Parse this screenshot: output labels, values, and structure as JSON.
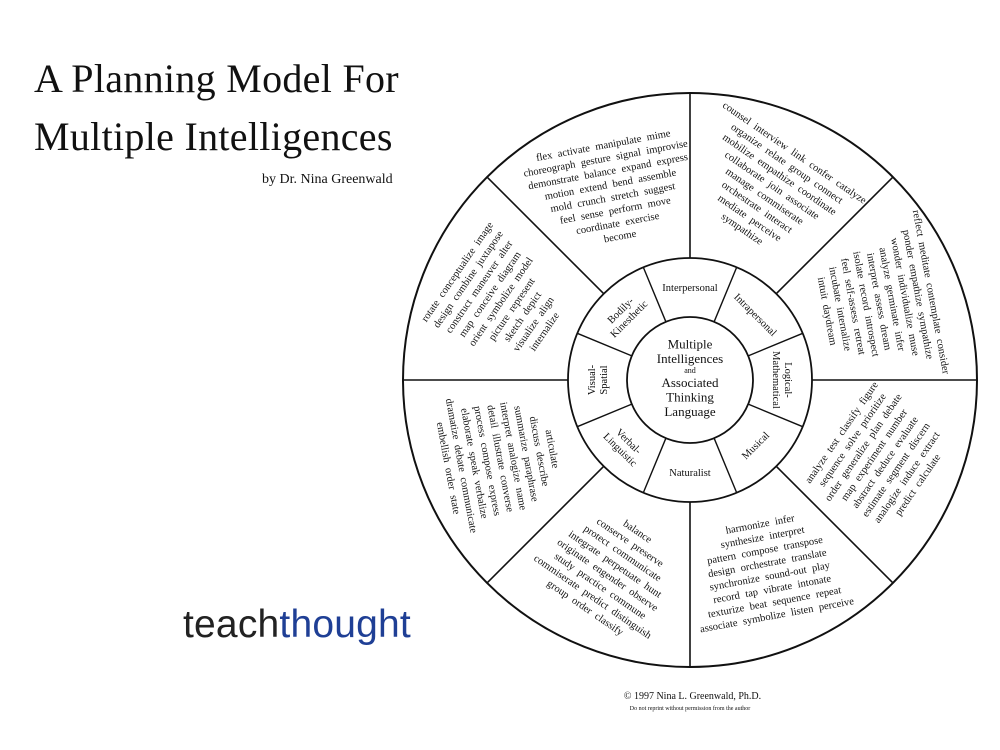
{
  "header": {
    "title_line1": "A Planning Model For",
    "title_line2": "Multiple Intelligences",
    "byline": "by Dr. Nina Greenwald"
  },
  "brand": {
    "part1": "teach",
    "part2": "thought",
    "color2": "#1f3f95"
  },
  "center": {
    "lines": [
      "Multiple",
      "Intelligences",
      "and",
      "Associated",
      "Thinking",
      "Language"
    ]
  },
  "intelligences": [
    {
      "label": [
        "Interpersonal"
      ],
      "words": [
        "counsel interview link confer catalyze",
        "organize relate group connect",
        "mobilize empathize coordinate",
        "collaborate join associate",
        "manage commiserate",
        "orchestrate interact",
        "mediate perceive",
        "sympathize"
      ]
    },
    {
      "label": [
        "Intrapersonal"
      ],
      "words": [
        "reflect meditate contemplate consider",
        "ponder empathize sympathize",
        "wonder individualize muse",
        "analyze germinate infer",
        "interpret assess dream",
        "isolate record introspect",
        "feel self-assess retreat",
        "incubate internalize",
        "intuit daydream"
      ]
    },
    {
      "label": [
        "Logical-",
        "Mathematical"
      ],
      "words": [
        "analyze test classify figure",
        "sequence solve prioritize",
        "order generalize plan debate",
        "map experiment number",
        "abstract deduce evaluate",
        "estimate segment discern",
        "analogize induce extract",
        "predict calculate"
      ]
    },
    {
      "label": [
        "Musical"
      ],
      "words": [
        "harmonize infer",
        "synthesize interpret",
        "pattern compose transpose",
        "design orchestrate translate",
        "synchronize sound-out play",
        "record tap vibrate intonate",
        "texturize beat sequence repeat",
        "associate symbolize listen perceive"
      ]
    },
    {
      "label": [
        "Naturalist"
      ],
      "words": [
        "balance",
        "conserve preserve",
        "protect communicate",
        "integrate perpetuate hunt",
        "originate engender observe",
        "study practice commune",
        "commiserate predict distinguish",
        "group order classify"
      ]
    },
    {
      "label": [
        "Verbal-",
        "Linguistic"
      ],
      "words": [
        "articulate",
        "discuss describe",
        "summarize paraphrase",
        "interpret analogize name",
        "detail illustrate converse",
        "process compose express",
        "elaborate speak verbalize",
        "dramatize debate communicate",
        "embellish order state"
      ]
    },
    {
      "label": [
        "Visual-",
        "Spatial"
      ],
      "words": [
        "rotate conceptualize image",
        "design combine juxtapose",
        "construct maneuver alter",
        "map conceive diagram",
        "orient symbolize model",
        "picture represent",
        "sketch depict",
        "visualize align",
        "internalize"
      ]
    },
    {
      "label": [
        "Bodily-",
        "Kinesthetic"
      ],
      "words": [
        "flex activate manipulate mime",
        "choreograph gesture signal improvise",
        "demonstrate balance expand express",
        "motion extend bend assemble",
        "mold crunch stretch suggest",
        "feel sense perform move",
        "coordinate exercise",
        "become"
      ]
    }
  ],
  "footer": {
    "copyright": "© 1997 Nina L. Greenwald, Ph.D.",
    "notice": "Do not reprint without permission from the author"
  }
}
